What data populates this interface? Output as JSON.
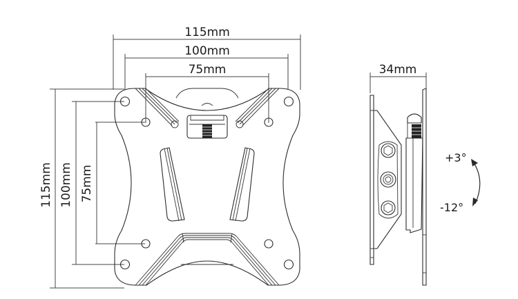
{
  "diagram": {
    "subject": "TV wall mount bracket technical drawing",
    "front_view": {
      "width_dimensions": [
        "115mm",
        "100mm",
        "75mm"
      ],
      "height_dimensions": [
        "115mm",
        "100mm",
        "75mm"
      ]
    },
    "side_view": {
      "depth_dimension": "34mm",
      "tilt_up": "+3°",
      "tilt_down": "-12°"
    },
    "colors": {
      "line": "#2a2a2a",
      "background": "#ffffff"
    }
  }
}
